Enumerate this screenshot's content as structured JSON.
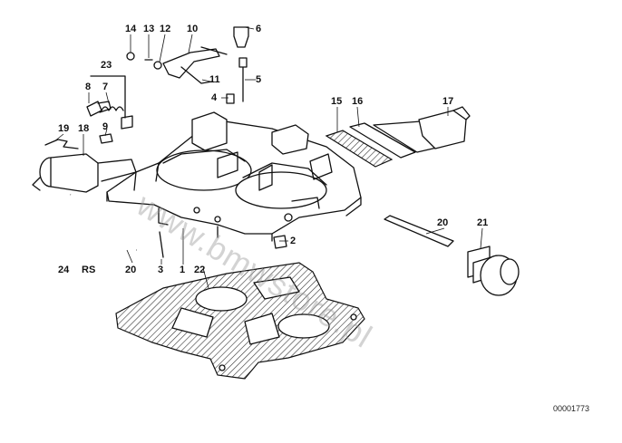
{
  "parts": [
    {
      "id": "p14",
      "label": "14"
    },
    {
      "id": "p13",
      "label": "13"
    },
    {
      "id": "p12",
      "label": "12"
    },
    {
      "id": "p10",
      "label": "10"
    },
    {
      "id": "p6",
      "label": "6"
    },
    {
      "id": "p23",
      "label": "23"
    },
    {
      "id": "p11",
      "label": "11"
    },
    {
      "id": "p5",
      "label": "5"
    },
    {
      "id": "p8",
      "label": "8"
    },
    {
      "id": "p7",
      "label": "7"
    },
    {
      "id": "p4",
      "label": "4"
    },
    {
      "id": "p9",
      "label": "9"
    },
    {
      "id": "p15",
      "label": "15"
    },
    {
      "id": "p16",
      "label": "16"
    },
    {
      "id": "p17",
      "label": "17"
    },
    {
      "id": "p19",
      "label": "19"
    },
    {
      "id": "p18",
      "label": "18"
    },
    {
      "id": "p20a",
      "label": "20"
    },
    {
      "id": "p21",
      "label": "21"
    },
    {
      "id": "p2",
      "label": "2"
    },
    {
      "id": "p24",
      "label": "24"
    },
    {
      "id": "rs",
      "label": "RS"
    },
    {
      "id": "p20b",
      "label": "20"
    },
    {
      "id": "p3",
      "label": "3"
    },
    {
      "id": "p1",
      "label": "1"
    },
    {
      "id": "p22",
      "label": "22"
    }
  ],
  "catalog_number": "00001773",
  "watermark": "www.bmwstore.pl"
}
